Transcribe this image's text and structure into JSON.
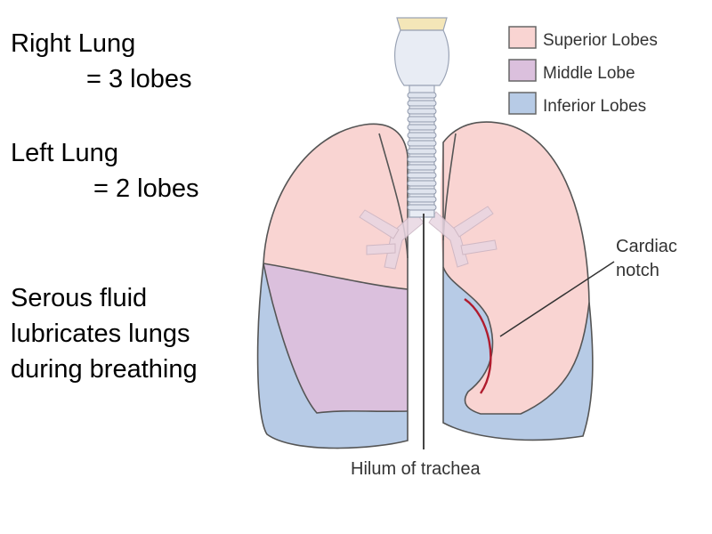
{
  "notes": {
    "right_lung": [
      "Right Lung",
      "= 3 lobes"
    ],
    "left_lung": [
      "Left Lung",
      "= 2 lobes"
    ],
    "serous": [
      "Serous fluid",
      "lubricates lungs",
      "during breathing"
    ]
  },
  "legend": [
    {
      "label": "Superior Lobes",
      "color": "#f9d4d2"
    },
    {
      "label": "Middle Lobe",
      "color": "#dbc0dd"
    },
    {
      "label": "Inferior Lobes",
      "color": "#b7cbe6"
    }
  ],
  "callouts": {
    "cardiac_notch": [
      "Cardiac",
      "notch"
    ],
    "hilum": "Hilum of trachea"
  },
  "colors": {
    "superior": "#f9d4d2",
    "middle": "#dbc0dd",
    "inferior": "#b7cbe6",
    "outline": "#555555",
    "trachea": "#e8ecf4",
    "larynx_top": "#f4e6b8",
    "cardiac_line": "#b01c2e"
  }
}
